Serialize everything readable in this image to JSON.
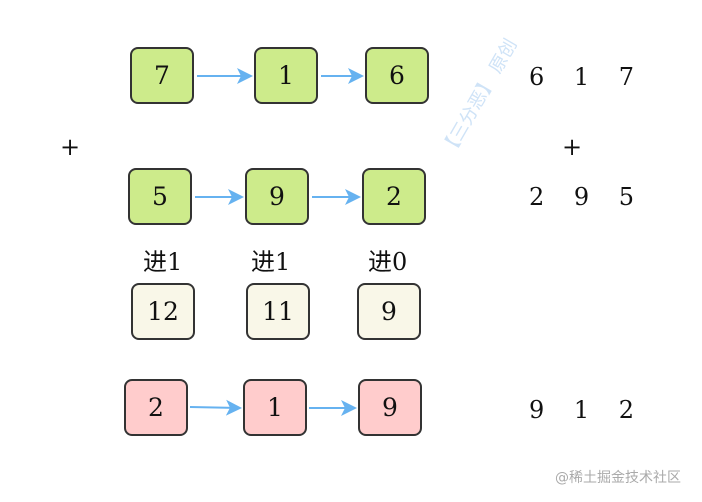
{
  "rows": {
    "a": [
      "7",
      "1",
      "6"
    ],
    "b": [
      "5",
      "9",
      "2"
    ],
    "carries": [
      "进1",
      "进1",
      "进0"
    ],
    "sums": [
      "12",
      "11",
      "9"
    ],
    "result": [
      "2",
      "1",
      "9"
    ]
  },
  "right": {
    "a": "6 1 7",
    "plus": "+",
    "b": "2 9 5",
    "result": "9 1 2"
  },
  "left_plus": "+",
  "watermark": "【三分恶】 原创",
  "credit": "@稀土掘金技术社区",
  "colors": {
    "green": "#cdeb8b",
    "cream": "#f9f7e8",
    "pink": "#ffcccc",
    "arrow": "#66b2f0"
  }
}
